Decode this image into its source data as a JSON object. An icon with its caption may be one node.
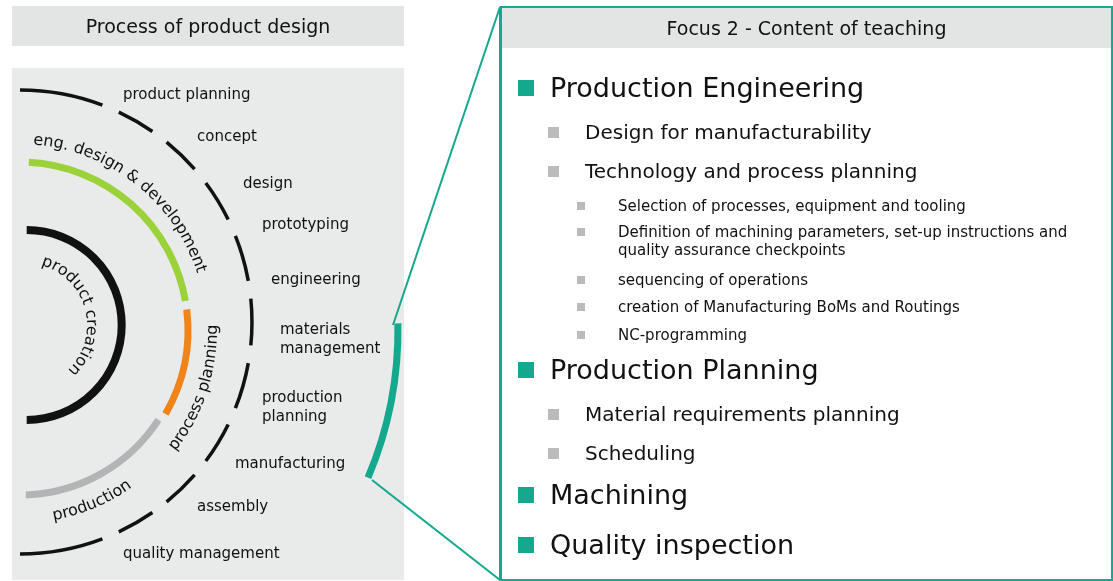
{
  "diagram": {
    "nodes": [
      {
        "text": [
          "Process of product design"
        ]
      },
      {
        "text": [
          "Focus 2 - Content of teaching",
          "Production Engineering",
          "Design for manufacturability",
          "Technology and process planning",
          "Selection of processes, equipment and tooling",
          "Definition of machining parameters, set-up instructions and quality assurance checkpoints",
          "sequencing of operations",
          "creation of Manufacturing BoMs and Routings",
          "NC-programming",
          "Production Planning",
          "Material requirements planning",
          "Scheduling",
          "Machining",
          "Quality inspection"
        ]
      },
      {
        "text": [],
        "shape": "arc",
        "in": 0
      }
    ],
    "edges": [
      {
        "from": 2,
        "to": 1,
        "arrow": "none"
      }
    ],
    "labels": [
      "product planning",
      "concept",
      "design",
      "prototyping",
      "engineering",
      "materials management",
      "production planning",
      "manufacturing",
      "assembly",
      "quality management",
      "eng. design & development",
      "product creation",
      "process planning",
      "production"
    ]
  }
}
